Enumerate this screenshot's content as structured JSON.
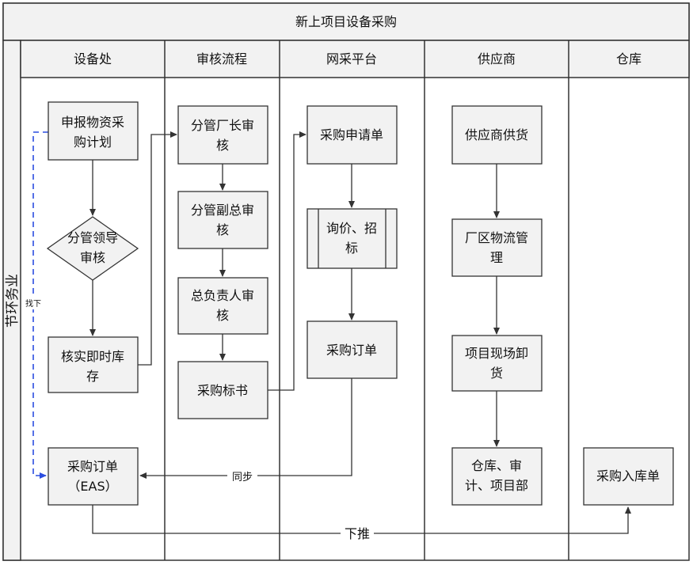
{
  "title": "新上项目设备采购",
  "row_label": "节环务业",
  "lanes": [
    "设备处",
    "审核流程",
    "网采平台",
    "供应商",
    "仓库"
  ],
  "nodes": {
    "report_plan": [
      "申报物资采",
      "购计划"
    ],
    "leader_review": [
      "分管领导",
      "审核"
    ],
    "check_stock": [
      "核实即时库",
      "存"
    ],
    "po_eas": [
      "采购订单",
      "（EAS）"
    ],
    "factory_director": [
      "分管厂长审",
      "核"
    ],
    "deputy_gm": [
      "分管副总审",
      "核"
    ],
    "chief_review": [
      "总负责人审",
      "核"
    ],
    "tender_doc": [
      "采购标书"
    ],
    "purchase_request": [
      "采购申请单"
    ],
    "inquiry_bid": [
      "询价、招",
      "标"
    ],
    "purchase_order": [
      "采购订单"
    ],
    "supplier_supply": [
      "供应商供货"
    ],
    "logistics": [
      "厂区物流管",
      "理"
    ],
    "unloading": [
      "项目现场卸",
      "货"
    ],
    "acceptance": [
      "仓库、审",
      "计、项目部"
    ],
    "warehouse_receipt": [
      "采购入库单"
    ]
  },
  "edge_labels": {
    "sync": "同步",
    "push_down": "下推",
    "transfer": "找下"
  },
  "colors": {
    "box_fill": "#f2f2f2",
    "stroke": "#333333",
    "dashed": "#2b4de0"
  }
}
